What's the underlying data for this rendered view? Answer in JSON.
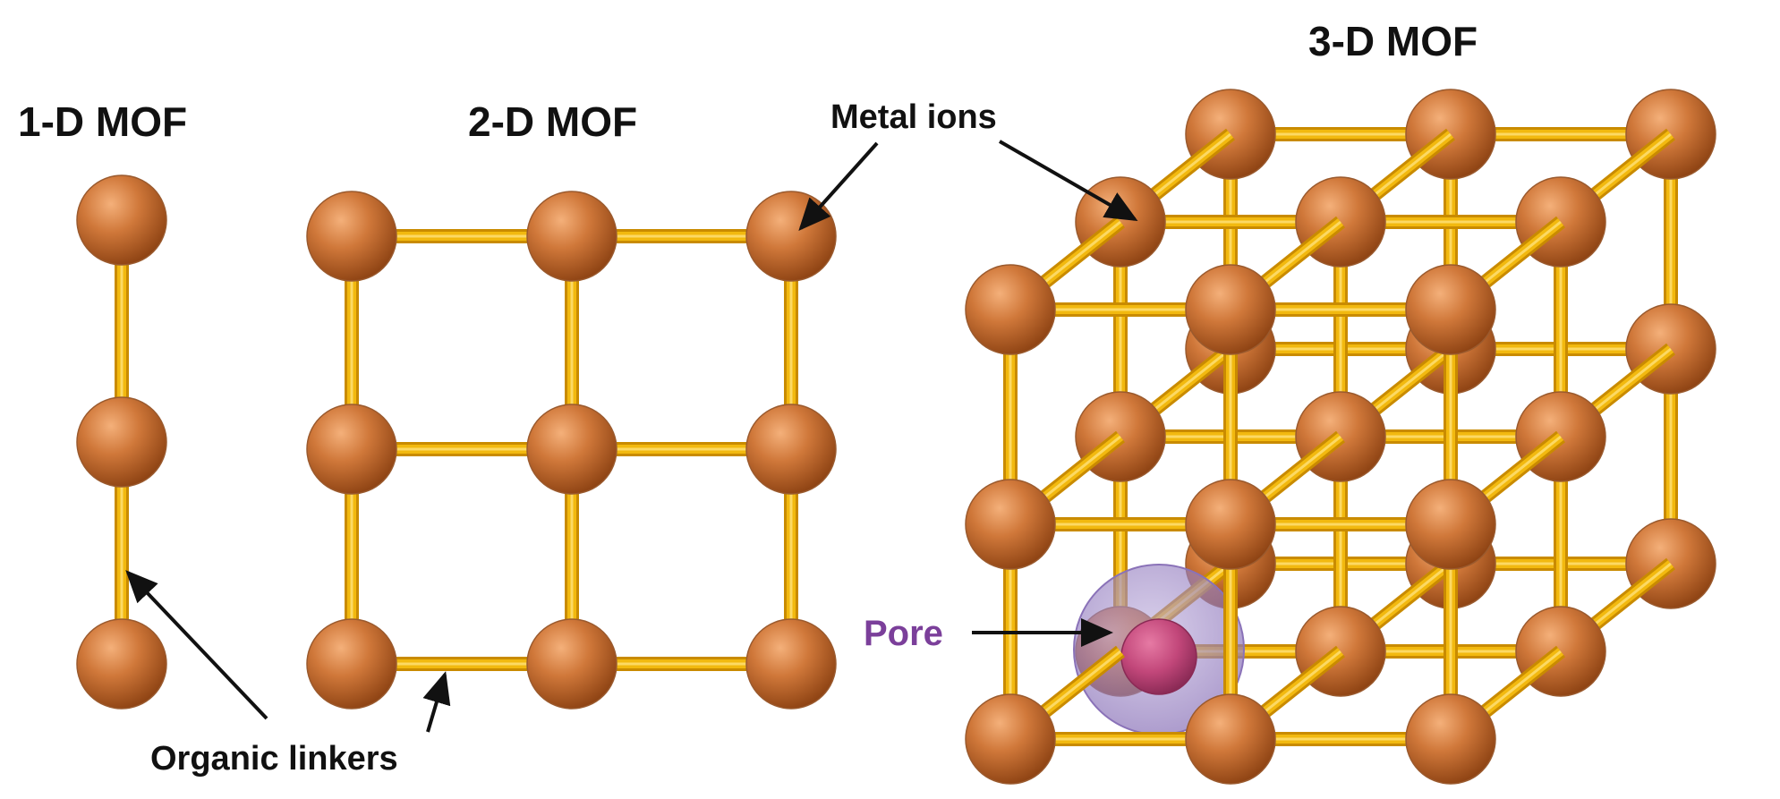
{
  "titles": {
    "one_d": "1-D MOF",
    "two_d": "2-D MOF",
    "three_d": "3-D MOF"
  },
  "annotations": {
    "metal_ions": "Metal ions",
    "organic_linkers": "Organic linkers",
    "pore": "Pore"
  },
  "colors": {
    "metal_ion": "#c86a2a",
    "metal_ion_highlight": "#f0a06a",
    "linker": "#f2b90f",
    "linker_dark": "#c98b00",
    "pore_sphere": "#9b86c2",
    "pore_ion": "#c2477a",
    "pore_label": "#7b3f9a"
  }
}
